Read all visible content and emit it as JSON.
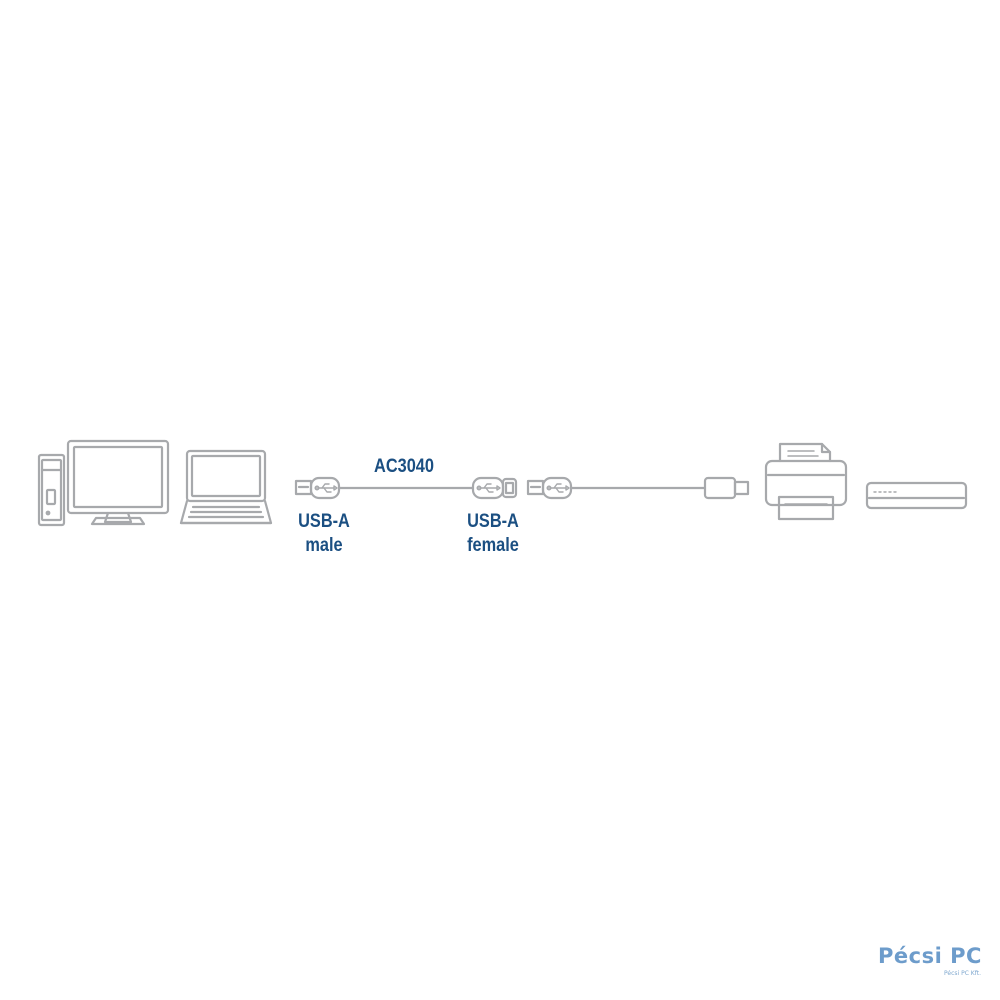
{
  "diagram": {
    "cable_label": "AC3040",
    "connector_a_label": [
      "USB-A",
      "male"
    ],
    "connector_b_label": [
      "USB-A",
      "female"
    ]
  },
  "watermark": {
    "text": "Pécsi PC",
    "subtext": "Pécsi PC Kft."
  },
  "colors": {
    "label": "#1b4f82",
    "device_stroke": "#a7a9ac",
    "watermark": "#6d9ccb"
  },
  "icons": [
    "desktop-tower-icon",
    "monitor-icon",
    "laptop-icon",
    "usb-a-male-plug-icon",
    "usb-a-female-socket-icon",
    "usb-b-plug-icon",
    "printer-icon",
    "network-switch-icon"
  ]
}
